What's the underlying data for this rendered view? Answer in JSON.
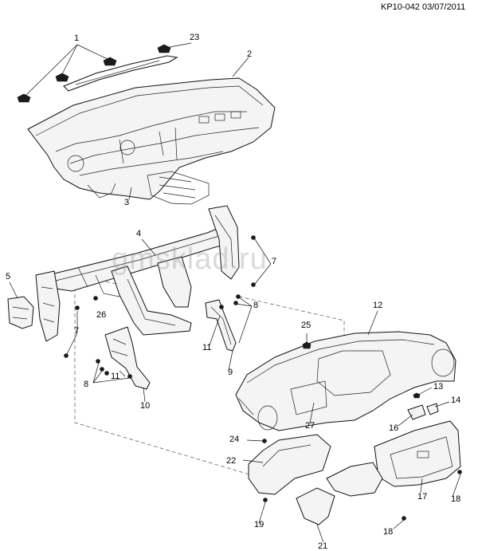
{
  "header": {
    "code": "KP10-042 03/07/2011"
  },
  "watermark": "gmsklad.ru",
  "callouts": {
    "c1": "1",
    "c2": "2",
    "c3": "3",
    "c4": "4",
    "c5": "5",
    "c7a": "7",
    "c7b": "7",
    "c8a": "8",
    "c8b": "8",
    "c9": "9",
    "c10": "10",
    "c11a": "11",
    "c11b": "11",
    "c12": "12",
    "c13": "13",
    "c14": "14",
    "c16": "16",
    "c17": "17",
    "c18a": "18",
    "c18b": "18",
    "c19": "19",
    "c21": "21",
    "c22": "22",
    "c23": "23",
    "c24": "24",
    "c25": "25",
    "c26": "26",
    "c27": "27"
  }
}
